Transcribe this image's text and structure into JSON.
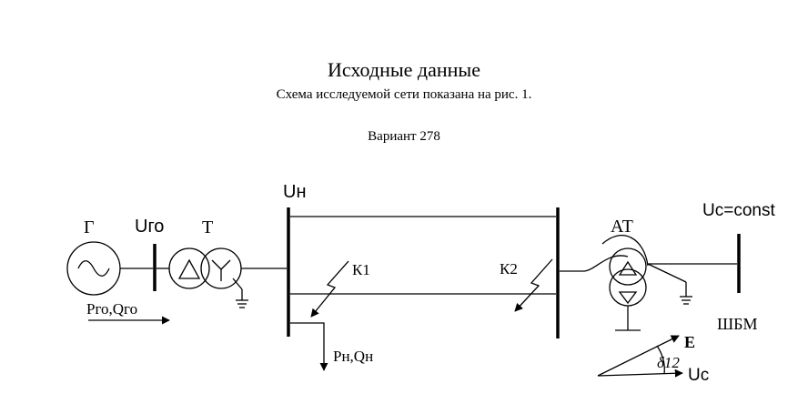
{
  "header": {
    "title": "Исходные данные",
    "subtitle": "Схема исследуемой сети показана на рис. 1.",
    "variant": "Вариант 278"
  },
  "diagram": {
    "generator_label": "Г",
    "generator_voltage": "Uго",
    "transformer_label": "Т",
    "load_bus_voltage": "Uн",
    "generator_power": "Pго,Qго",
    "load_power": "Pн,Qн",
    "fault_1": "К1",
    "fault_2": "К2",
    "autotransformer_label": "АТ",
    "system_voltage": "Uc=const",
    "infinite_bus": "ШБМ",
    "phasor_emf": "E",
    "phasor_angle": "δ12",
    "phasor_voltage": "Uc"
  },
  "colors": {
    "ink": "#000000",
    "background": "#ffffff"
  }
}
